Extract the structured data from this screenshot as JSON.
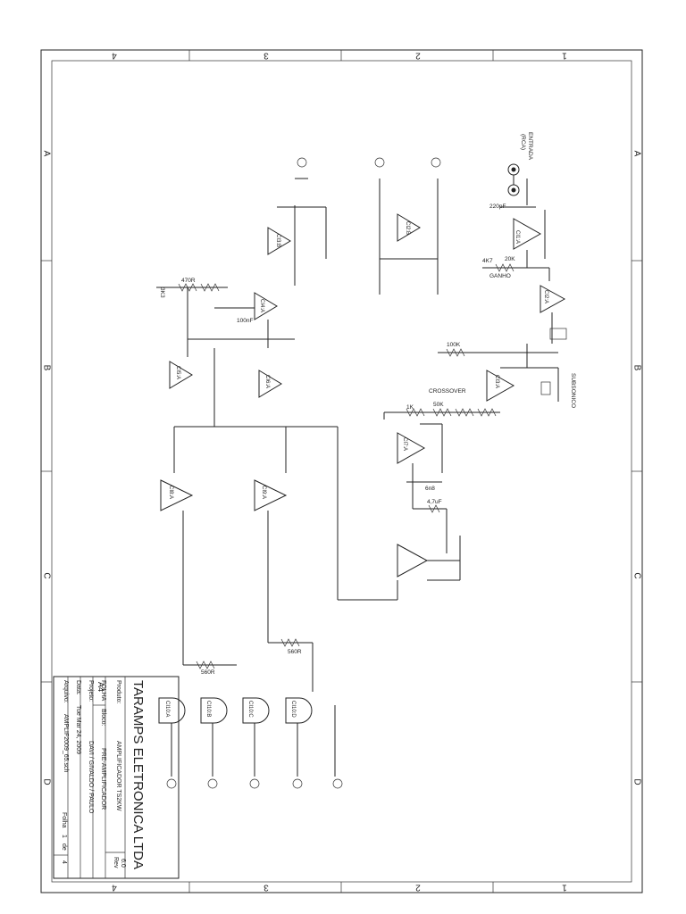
{
  "border": {
    "cols_top": [
      "4",
      "3",
      "2",
      "1"
    ],
    "cols_bottom": [
      "4",
      "3",
      "2",
      "1"
    ],
    "rows_left": [
      "A",
      "B",
      "C",
      "D"
    ],
    "rows_right": [
      "A",
      "B",
      "C",
      "D"
    ]
  },
  "title_block": {
    "company": "TARAMPS ELETRONICA LTDA",
    "produto_label": "Produto:",
    "produto_value": "AMPLIFICADOR TS2KW",
    "folha_label": "FOLHA",
    "folha_value": "A4",
    "bloco_label": "Bloco:",
    "bloco_value": "PRE-AMPLIFICADOR",
    "projeto_label": "Projeto:",
    "projeto_value": "DAVI / GIVALDO / PAULO",
    "rev_label": "Rev",
    "rev_value": "6.0",
    "data_label": "Data:",
    "data_value": "Tue Mar 24, 2009",
    "arquivo_label": "Arquivo:",
    "arquivo_value": "AMPLIF2009_65.sch",
    "folha_num_label": "Folha",
    "folha_num": "1",
    "de_label": "de",
    "folha_total": "4"
  },
  "labels": {
    "entrada": "ENTRADA",
    "rca": "(RCA)",
    "ganho": "GANHO",
    "crossover": "CROSSOVER",
    "subsonico": "SUBSONICO",
    "r_470r": "470R",
    "r_3k3": "3K3",
    "r_560r": "560R",
    "r_560r_b": "560R",
    "r_100k": "100K",
    "r_4k7": "4K7",
    "r_20k": "20K",
    "r_1k": "1K",
    "r_50k": "50K",
    "c_220pf": "220pF",
    "c_100nf": "100nF",
    "c_6n8": "6n8",
    "c_4u7": "4,7uF"
  },
  "ics": [
    "CI1:A",
    "CI2:A",
    "CI2:B",
    "CI3:A",
    "CI3:B",
    "CI4:A",
    "CI5:A",
    "CI6:A",
    "CI7:A",
    "CI8:A",
    "CI9:A"
  ],
  "gates": [
    "CI10:A",
    "CI10:B",
    "CI10:C",
    "CI10:D"
  ]
}
